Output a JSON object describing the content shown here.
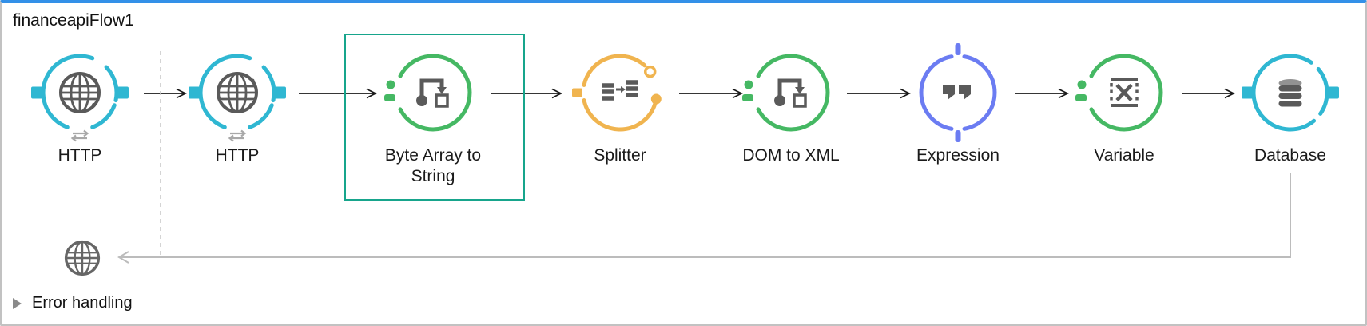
{
  "window": {
    "title": "financeapiFlow1"
  },
  "colors": {
    "top_border_blue": "#3390e8",
    "endpoint_teal": "#2fb7d2",
    "transform_green": "#45b863",
    "splitter_orange": "#f0b44f",
    "expression_blue": "#6b7cf2",
    "selection_teal": "#17a58c",
    "icon_gray": "#5a5a5a",
    "arrow_black": "#1a1a1a",
    "muted_gray": "#bcbcbc",
    "dashed_divider_gray": "#c9c9c9"
  },
  "flow": {
    "nodes": [
      {
        "label": "HTTP",
        "type": "http",
        "icon": "globe-icon",
        "selected": false
      },
      {
        "label": "HTTP",
        "type": "http",
        "icon": "globe-icon",
        "selected": false
      },
      {
        "label": "Byte Array to String",
        "type": "transformer",
        "icon": "transform-icon",
        "selected": true
      },
      {
        "label": "Splitter",
        "type": "splitter",
        "icon": "splitter-icon",
        "selected": false
      },
      {
        "label": "DOM to XML",
        "type": "transformer",
        "icon": "transform-icon",
        "selected": false
      },
      {
        "label": "Expression",
        "type": "expression",
        "icon": "quotes-icon",
        "selected": false
      },
      {
        "label": "Variable",
        "type": "variable",
        "icon": "variable-icon",
        "selected": false
      },
      {
        "label": "Database",
        "type": "database",
        "icon": "database-icon",
        "selected": false
      }
    ],
    "detached_node": {
      "icon": "globe-icon"
    },
    "error_section": {
      "label": "Error handling",
      "collapsed": true,
      "icon": "expand-triangle-icon"
    }
  }
}
